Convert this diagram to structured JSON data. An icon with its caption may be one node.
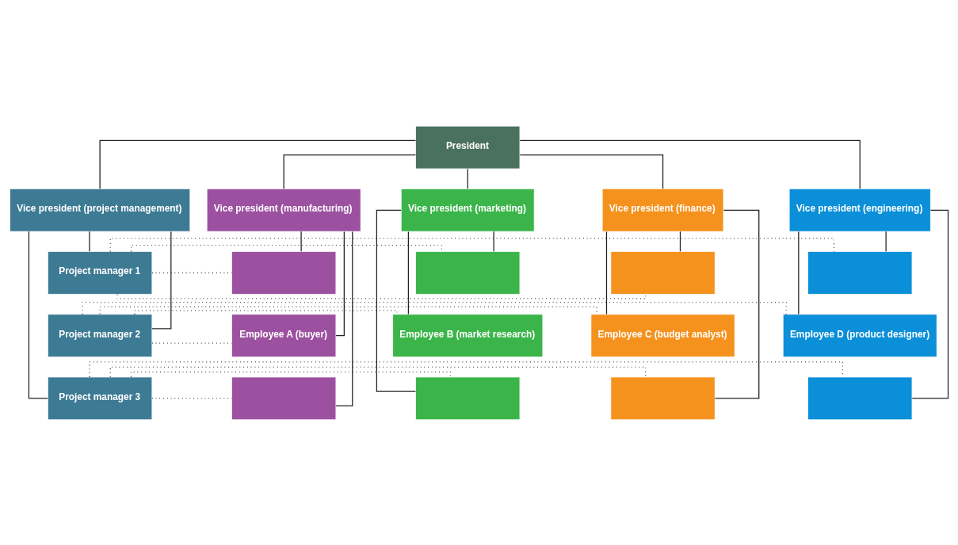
{
  "diagram": {
    "nodes": [
      {
        "text": [
          "President"
        ]
      },
      {
        "text": [
          "Vice president (project management)"
        ]
      },
      {
        "text": [
          "Vice president (manufacturing)"
        ]
      },
      {
        "text": [
          "Vice president (marketing)"
        ]
      },
      {
        "text": [
          "Vice president (finance)"
        ]
      },
      {
        "text": [
          "Vice president (engineering)"
        ]
      },
      {
        "text": [
          "Project manager 1"
        ]
      },
      {
        "text": [],
        "shape": "box"
      },
      {
        "text": [],
        "shape": "box"
      },
      {
        "text": [],
        "shape": "box"
      },
      {
        "text": [],
        "shape": "box"
      },
      {
        "text": [
          "Project manager 2"
        ]
      },
      {
        "text": [
          "Employee A (buyer)"
        ]
      },
      {
        "text": [
          "Employee B (market research)"
        ]
      },
      {
        "text": [
          "Employee C (budget analyst)"
        ]
      },
      {
        "text": [
          "Employee D (product designer)"
        ]
      },
      {
        "text": [
          "Project manager 3"
        ]
      },
      {
        "text": [],
        "shape": "box"
      },
      {
        "text": [],
        "shape": "box"
      },
      {
        "text": [],
        "shape": "box"
      },
      {
        "text": [],
        "shape": "box"
      }
    ],
    "edges": [
      {
        "from": 0,
        "to": 1,
        "arrow": "none"
      },
      {
        "from": 0,
        "to": 2,
        "arrow": "none"
      },
      {
        "from": 0,
        "to": 3,
        "arrow": "none"
      },
      {
        "from": 0,
        "to": 4,
        "arrow": "none"
      },
      {
        "from": 0,
        "to": 5,
        "arrow": "none"
      },
      {
        "from": 1,
        "to": 6,
        "arrow": "none"
      },
      {
        "from": 1,
        "to": 11,
        "arrow": "none"
      },
      {
        "from": 1,
        "to": 16,
        "arrow": "none"
      },
      {
        "from": 2,
        "to": 7,
        "arrow": "none"
      },
      {
        "from": 2,
        "to": 12,
        "arrow": "none"
      },
      {
        "from": 2,
        "to": 17,
        "arrow": "none"
      },
      {
        "from": 3,
        "to": 8,
        "arrow": "none"
      },
      {
        "from": 3,
        "to": 13,
        "arrow": "none"
      },
      {
        "from": 3,
        "to": 18,
        "arrow": "none"
      },
      {
        "from": 4,
        "to": 9,
        "arrow": "none"
      },
      {
        "from": 4,
        "to": 14,
        "arrow": "none"
      },
      {
        "from": 4,
        "to": 19,
        "arrow": "none"
      },
      {
        "from": 5,
        "to": 10,
        "arrow": "none"
      },
      {
        "from": 5,
        "to": 15,
        "arrow": "none"
      },
      {
        "from": 5,
        "to": 20,
        "arrow": "none"
      },
      {
        "from": 6,
        "to": 7,
        "arrow": "none",
        "style": "dashed"
      },
      {
        "from": 6,
        "to": 8,
        "arrow": "none",
        "style": "dashed"
      },
      {
        "from": 6,
        "to": 9,
        "arrow": "none",
        "style": "dashed"
      },
      {
        "from": 6,
        "to": 10,
        "arrow": "none",
        "style": "dashed"
      },
      {
        "from": 11,
        "to": 12,
        "arrow": "none",
        "style": "dashed"
      },
      {
        "from": 11,
        "to": 13,
        "arrow": "none",
        "style": "dashed"
      },
      {
        "from": 11,
        "to": 14,
        "arrow": "none",
        "style": "dashed"
      },
      {
        "from": 11,
        "to": 15,
        "arrow": "none",
        "style": "dashed"
      },
      {
        "from": 16,
        "to": 17,
        "arrow": "none",
        "style": "dashed"
      },
      {
        "from": 16,
        "to": 18,
        "arrow": "none",
        "style": "dashed"
      },
      {
        "from": 16,
        "to": 19,
        "arrow": "none",
        "style": "dashed"
      },
      {
        "from": 16,
        "to": 20,
        "arrow": "none",
        "style": "dashed"
      }
    ]
  }
}
